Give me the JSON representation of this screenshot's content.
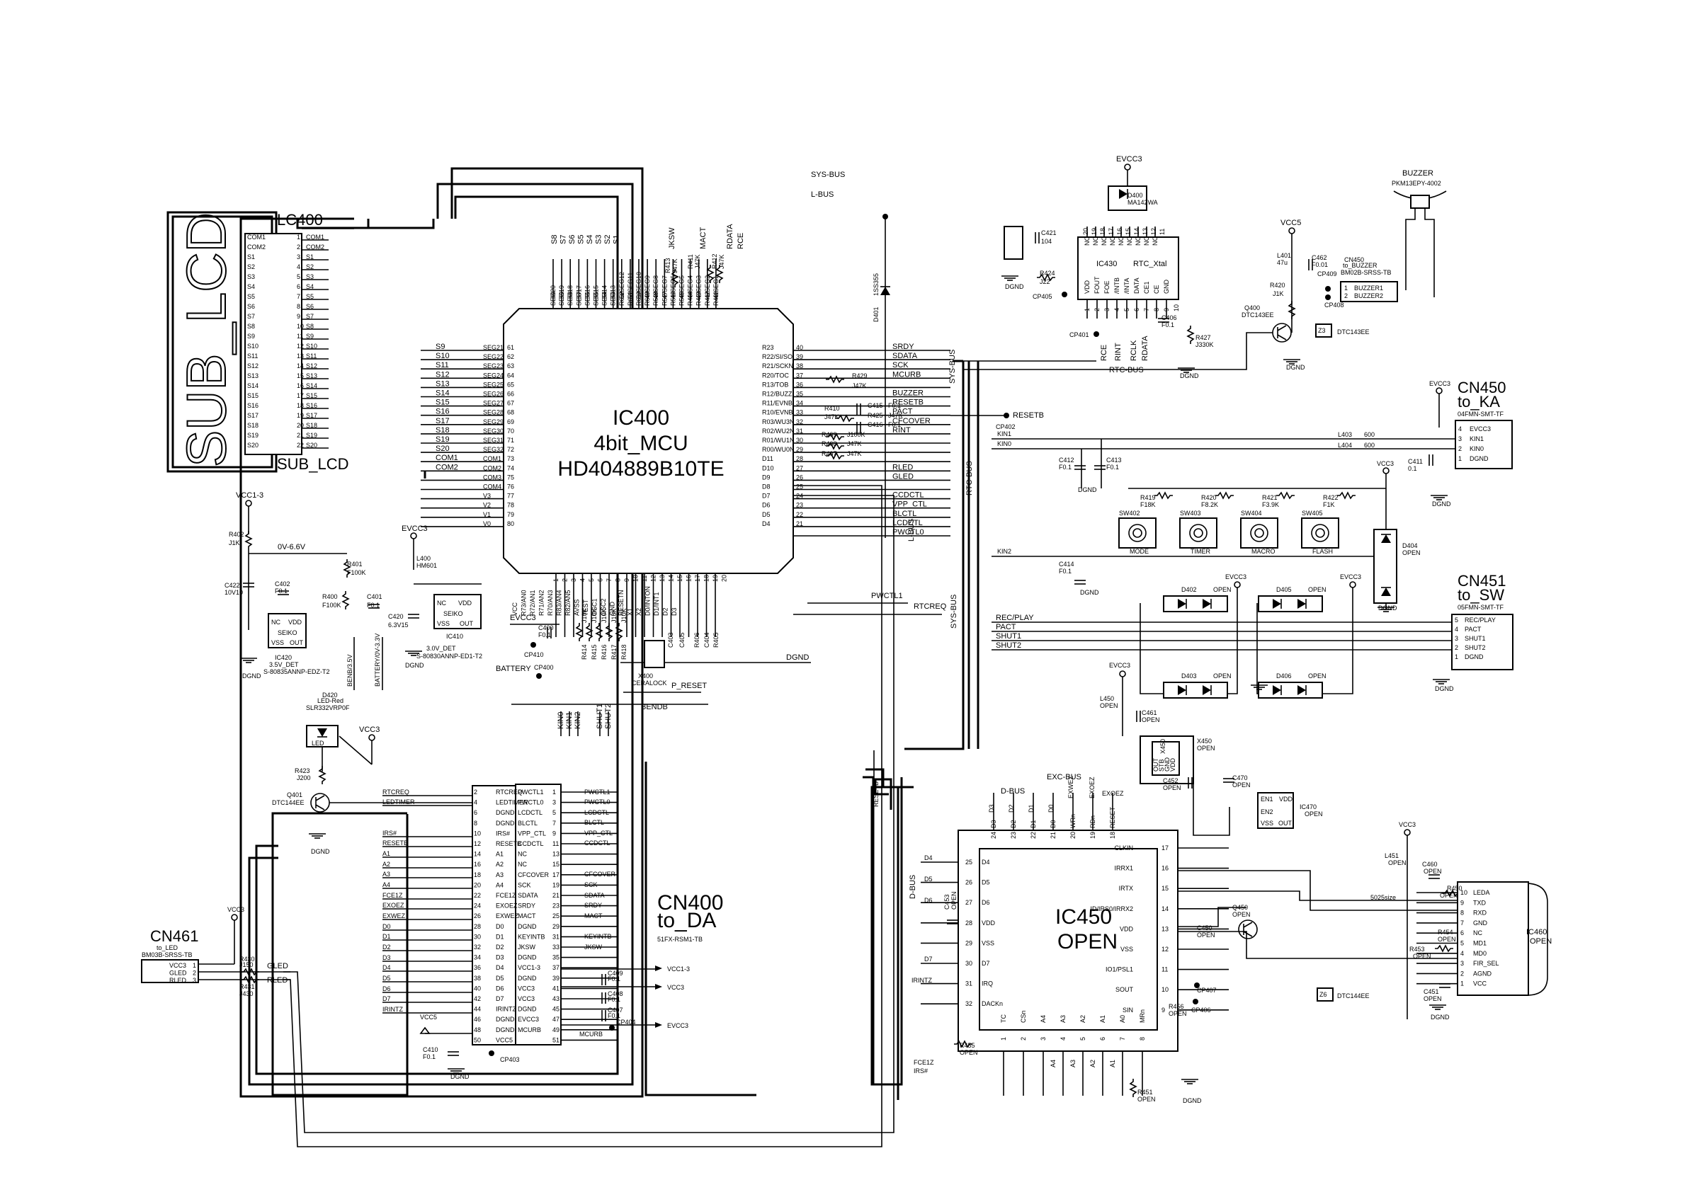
{
  "buses": {
    "sys_bus": "SYS-BUS",
    "l_bus": "L-BUS",
    "rtc_bus": "RTC-BUS",
    "d_bus": "D-BUS",
    "exc_bus": "EXC-BUS"
  },
  "sub_lcd": {
    "big_label": "SUB_LCD",
    "ref": "LC400",
    "caption": "SUB_LCD",
    "pins": [
      "COM1",
      "COM2",
      "S1",
      "S2",
      "S3",
      "S4",
      "S5",
      "S6",
      "S7",
      "S8",
      "S9",
      "S10",
      "S11",
      "S12",
      "S13",
      "S14",
      "S15",
      "S16",
      "S17",
      "S18",
      "S19",
      "S20"
    ],
    "pin_numbers": [
      "1",
      "2",
      "3",
      "4",
      "5",
      "6",
      "7",
      "8",
      "9",
      "10",
      "11",
      "12",
      "13",
      "14",
      "15",
      "16",
      "17",
      "18",
      "19",
      "20",
      "21",
      "22"
    ]
  },
  "ic400": {
    "ref": "IC400",
    "function": "4bit_MCU",
    "part": "HD404889B10TE",
    "left_pins": [
      {
        "name": "SEG21",
        "num": "61",
        "net": "S9"
      },
      {
        "name": "SEG22",
        "num": "62",
        "net": "S10"
      },
      {
        "name": "SEG23",
        "num": "63",
        "net": "S11"
      },
      {
        "name": "SEG24",
        "num": "64",
        "net": "S12"
      },
      {
        "name": "SEG25",
        "num": "65",
        "net": "S13"
      },
      {
        "name": "SEG26",
        "num": "66",
        "net": "S14"
      },
      {
        "name": "SEG27",
        "num": "67",
        "net": "S15"
      },
      {
        "name": "SEG28",
        "num": "68",
        "net": "S16"
      },
      {
        "name": "SEG29",
        "num": "69",
        "net": "S17"
      },
      {
        "name": "SEG30",
        "num": "70",
        "net": "S18"
      },
      {
        "name": "SEG31",
        "num": "71",
        "net": "S19"
      },
      {
        "name": "SEG32",
        "num": "72",
        "net": "S20"
      },
      {
        "name": "COM1",
        "num": "73",
        "net": "COM1"
      },
      {
        "name": "COM2",
        "num": "74",
        "net": "COM2"
      },
      {
        "name": "COM3",
        "num": "75",
        "net": ""
      },
      {
        "name": "COM4",
        "num": "76",
        "net": ""
      },
      {
        "name": "V3",
        "num": "77",
        "net": ""
      },
      {
        "name": "V2",
        "num": "78",
        "net": ""
      },
      {
        "name": "V1",
        "num": "79",
        "net": ""
      },
      {
        "name": "V0",
        "num": "80",
        "net": ""
      }
    ],
    "right_pins": [
      {
        "name": "R23",
        "num": "40",
        "net": "SRDY"
      },
      {
        "name": "R22/SI/SO",
        "num": "39",
        "net": "SDATA"
      },
      {
        "name": "R21/SCKN",
        "num": "38",
        "net": "SCK"
      },
      {
        "name": "R20/TOC",
        "num": "37",
        "net": "MCURB"
      },
      {
        "name": "R13/TOB",
        "num": "36",
        "net": ""
      },
      {
        "name": "R12/BUZZ",
        "num": "35",
        "net": "BUZZER"
      },
      {
        "name": "R11/EVNB",
        "num": "34",
        "net": "RESETB"
      },
      {
        "name": "R10/EVNB",
        "num": "33",
        "net": "PACT"
      },
      {
        "name": "R03/WU3N",
        "num": "32",
        "net": "CFCOVER"
      },
      {
        "name": "R02/WU2N",
        "num": "31",
        "net": "RINT"
      },
      {
        "name": "R01/WU1N",
        "num": "30",
        "net": ""
      },
      {
        "name": "R00/WU0N",
        "num": "29",
        "net": ""
      },
      {
        "name": "D11",
        "num": "28",
        "net": ""
      },
      {
        "name": "D10",
        "num": "27",
        "net": "RLED"
      },
      {
        "name": "D9",
        "num": "26",
        "net": "GLED"
      },
      {
        "name": "D8",
        "num": "25",
        "net": ""
      },
      {
        "name": "D7",
        "num": "24",
        "net": "CCDCTL"
      },
      {
        "name": "D6",
        "num": "23",
        "net": "VPP_CTL"
      },
      {
        "name": "D5",
        "num": "22",
        "net": "BLCTL"
      },
      {
        "name": "D4",
        "num": "21",
        "net": "LCDCTL"
      },
      {
        "name": "",
        "num": "",
        "net": "PWCTL0"
      }
    ],
    "top_pins": [
      "SEG20",
      "SEG19",
      "SEG18",
      "SEG17",
      "SEG16",
      "SEG15",
      "SEG14",
      "SEG13",
      "R63/SEG12",
      "R62/SEG11",
      "R61/SEG10",
      "R60/SEG9",
      "R53/SEG8",
      "R52/SEG7",
      "R51/SEG6",
      "R50/SEG5",
      "R43/SEG4",
      "R42/SEG3",
      "R41/SEG2",
      "R40/SEG1"
    ],
    "top_nets": [
      "S8",
      "S7",
      "S6",
      "S5",
      "S4",
      "S3",
      "S2",
      "S1"
    ],
    "top_pin_numbers": [
      "60",
      "59",
      "58",
      "57",
      "56",
      "55",
      "54",
      "53",
      "52",
      "51",
      "50",
      "49",
      "48",
      "47",
      "46",
      "45",
      "44",
      "43",
      "42",
      "41"
    ],
    "top_signals": [
      "JKSW",
      "MACT",
      "RDATA",
      "RCE"
    ],
    "bottom_pins": [
      "VCC",
      "R73/AN0",
      "R72/AN1",
      "R71/AN2",
      "R70/AN3",
      "R83/AN4",
      "R82/AN5",
      "AVSS",
      "TEST",
      "OSC1",
      "OSC2",
      "GND",
      "RESETN",
      "X1",
      "X2",
      "D0/INTON",
      "D1/INT1",
      "D2",
      "D3"
    ],
    "bottom_pin_numbers": [
      "1",
      "2",
      "3",
      "4",
      "5",
      "6",
      "7",
      "8",
      "9",
      "10",
      "11",
      "12",
      "13",
      "14",
      "15",
      "16",
      "17",
      "18",
      "19",
      "20"
    ]
  },
  "ic400_parts": {
    "r413": "R413",
    "r413v": "J47K",
    "r411": "R411",
    "r411v": "J47K",
    "r412": "R412",
    "r412v": "J47K",
    "d401": "D401",
    "d401v": "1SS355",
    "r429": "R429",
    "r429v": "J47K",
    "r410": "R410",
    "r410v": "J47K",
    "c415": "C415",
    "c415v": "F0.1",
    "r425": "R425",
    "r425v": "J47K",
    "c416": "C416",
    "c416v": "F0.1",
    "r409": "R409",
    "r409v": "J100K",
    "r408": "R408",
    "r408v": "J47K",
    "r407": "R407",
    "r407v": "J47K",
    "cp402": "CP402",
    "net_resetb": "RESETB",
    "net_pwctl1": "PWCTL1",
    "net_rtcreq": "RTCREQ",
    "net_evcc3": "EVCC3",
    "net_dgnd": "DGND",
    "net_bendb": "BENDB",
    "net_p_reset": "P_RESET",
    "net_battery": "BATTERY",
    "cp400": "CP400",
    "cp410": "CP410",
    "c400": "C400",
    "c400v": "F0.1",
    "r414": "R414",
    "r415": "R415",
    "r416": "R416",
    "r417": "R417",
    "r418": "R418",
    "r40x_val": "J10K",
    "x400": "X400",
    "x400v": "CERALOCK",
    "c403": "C403",
    "c405": "C405",
    "r406": "R406",
    "c404": "C404",
    "r405": "R405",
    "kin_nets": [
      "KIN0",
      "KIN1",
      "KIN2"
    ],
    "shut_nets": [
      "SHUT1",
      "SHUT2"
    ]
  },
  "power_block": {
    "vcc1_3": "VCC1-3",
    "r402": "R402",
    "r402v": "J1K",
    "v_range": "0V-6.6V",
    "r401": "R401",
    "r401v": "F100K",
    "c422": "C422",
    "c422v": "10V10",
    "c402": "C402",
    "c402v": "F0.1",
    "r400": "R400",
    "r400v": "F100K",
    "c401": "C401",
    "c401v": "F0.1",
    "ic420_body": [
      "NC",
      "VDD",
      "SEIKO",
      "VSS",
      "OUT"
    ],
    "ic420": "IC420",
    "ic420_desc": "3.5V_DET",
    "ic420_part": "S-80835ANNP-EDZ-T2",
    "dgnd": "DGND",
    "evcc3": "EVCC3",
    "l400": "L400",
    "l400v": "HM601",
    "c420": "C420",
    "c420v": "6.3V15",
    "ic410_body": [
      "NC",
      "VDD",
      "SEIKO",
      "VSS",
      "OUT"
    ],
    "ic410": "IC410",
    "ic410_desc": "3.0V_DET",
    "ic410_part": "S-80830ANNP-ED1-T2",
    "benb": "BENB/3.5V",
    "battery_range": "BATTERY/0V-3.3V"
  },
  "led_block": {
    "d420": "D420",
    "d420a": "LED-Red",
    "d420b": "SLR332VRP0F",
    "vcc3": "VCC3",
    "r423": "R423",
    "r423v": "J200",
    "q401": "Q401",
    "q401v": "DTC144EE",
    "dgnd": "DGND",
    "led_label": "LED"
  },
  "cn461": {
    "ref": "CN461",
    "desc": "to_LED",
    "part": "BM03B-SRSS-TB",
    "pins": [
      {
        "num": "1",
        "name": "VCC3"
      },
      {
        "num": "2",
        "name": "GLED"
      },
      {
        "num": "3",
        "name": "RLED"
      }
    ],
    "vcc3": "VCC3",
    "r430": "R430",
    "r430v": "J150",
    "r431": "R431",
    "r431v": "J430",
    "gled": "GLED",
    "rled": "RLED"
  },
  "cn400": {
    "ref": "CN400",
    "desc": "to_DA",
    "part": "51FX-RSM1-TB",
    "left": [
      {
        "num": "2",
        "name": "RTCREQ"
      },
      {
        "num": "4",
        "name": "LEDTIMER"
      },
      {
        "num": "6",
        "name": "DGND"
      },
      {
        "num": "8",
        "name": "DGND"
      },
      {
        "num": "10",
        "name": "IRS#"
      },
      {
        "num": "12",
        "name": "RESETB"
      },
      {
        "num": "14",
        "name": "A1"
      },
      {
        "num": "16",
        "name": "A2"
      },
      {
        "num": "18",
        "name": "A3"
      },
      {
        "num": "20",
        "name": "A4"
      },
      {
        "num": "22",
        "name": "FCE1Z"
      },
      {
        "num": "24",
        "name": "EXOEZ"
      },
      {
        "num": "26",
        "name": "EXWEZ"
      },
      {
        "num": "28",
        "name": "D0"
      },
      {
        "num": "30",
        "name": "D1"
      },
      {
        "num": "32",
        "name": "D2"
      },
      {
        "num": "34",
        "name": "D3"
      },
      {
        "num": "36",
        "name": "D4"
      },
      {
        "num": "38",
        "name": "D5"
      },
      {
        "num": "40",
        "name": "D6"
      },
      {
        "num": "42",
        "name": "D7"
      },
      {
        "num": "44",
        "name": "IRINTZ"
      },
      {
        "num": "46",
        "name": "DGND"
      },
      {
        "num": "48",
        "name": "DGND"
      },
      {
        "num": "50",
        "name": "VCC5"
      }
    ],
    "right": [
      {
        "num": "1",
        "name": "PWCTL1"
      },
      {
        "num": "3",
        "name": "PWCTL0"
      },
      {
        "num": "5",
        "name": "LCDCTL"
      },
      {
        "num": "7",
        "name": "BLCTL"
      },
      {
        "num": "9",
        "name": "VPP_CTL"
      },
      {
        "num": "11",
        "name": "CCDCTL"
      },
      {
        "num": "13",
        "name": "NC"
      },
      {
        "num": "15",
        "name": "NC"
      },
      {
        "num": "17",
        "name": "CFCOVER"
      },
      {
        "num": "19",
        "name": "SCK"
      },
      {
        "num": "21",
        "name": "SDATA"
      },
      {
        "num": "23",
        "name": "SRDY"
      },
      {
        "num": "25",
        "name": "MACT"
      },
      {
        "num": "29",
        "name": "DGND"
      },
      {
        "num": "31",
        "name": "KEYINTB"
      },
      {
        "num": "33",
        "name": "JKSW"
      },
      {
        "num": "35",
        "name": "DGND"
      },
      {
        "num": "37",
        "name": "VCC1-3"
      },
      {
        "num": "39",
        "name": "DGND"
      },
      {
        "num": "41",
        "name": "VCC3"
      },
      {
        "num": "43",
        "name": "VCC3"
      },
      {
        "num": "45",
        "name": "DGND"
      },
      {
        "num": "47",
        "name": "EVCC3"
      },
      {
        "num": "49",
        "name": "MCURB"
      },
      {
        "num": "51",
        "name": ""
      }
    ],
    "left_nets": [
      "RTCREQ",
      "LEDTIMER",
      "IRS#",
      "RESETB",
      "A1",
      "A2",
      "A3",
      "A4",
      "FCE1Z",
      "EXOEZ",
      "EXWEZ",
      "D0",
      "D1",
      "D2",
      "D3",
      "D4",
      "D5",
      "D6",
      "D7",
      "IRINTZ"
    ],
    "right_nets": [
      "PWCTL1",
      "PWCTL0",
      "LCDCTL",
      "BLCTL",
      "VPP_CTL",
      "CCDCTL",
      "CFCOVER",
      "SCK",
      "SDATA",
      "SRDY",
      "MACT",
      "KEYINTB",
      "JKSW"
    ],
    "c409": "C409",
    "c409v": "F0.1",
    "c408": "C408",
    "c408v": "F0.1",
    "c407": "C407",
    "c407v": "F0.1",
    "cp404": "CP404",
    "vcc1_3": "VCC1-3",
    "vcc3": "VCC3",
    "evcc3": "EVCC3",
    "mcurb": "MCURB",
    "vcc5": "VCC5",
    "c410": "C410",
    "c410v": "F0.1",
    "cp403": "CP403",
    "dgnd": "DGND"
  },
  "rtc": {
    "evcc3": "EVCC3",
    "d400": "D400",
    "d400v": "MA142WA",
    "ic430": "IC430",
    "ic430_func": "RTC_Xtal",
    "pins_top": [
      "NC",
      "NC",
      "NC",
      "NC",
      "NC",
      "NC",
      "NC",
      "NC",
      "NC"
    ],
    "pins_top_num": [
      "20",
      "19",
      "18",
      "17",
      "16",
      "15",
      "14",
      "13",
      "12",
      "11"
    ],
    "pins_bot": [
      "VDD",
      "FOUT",
      "FOE",
      "/INTB",
      "/INTA",
      "DATA",
      "CE1",
      "CE",
      "GND"
    ],
    "pins_bot_num": [
      "1",
      "2",
      "3",
      "4",
      "5",
      "6",
      "7",
      "8",
      "9",
      "10"
    ],
    "c421": "C421",
    "c421v": "104",
    "r424": "R424",
    "r424v": "J22",
    "cp405": "CP405",
    "cp401": "CP401",
    "c406": "C406",
    "c406v": "F0.1",
    "r427": "R427",
    "r427v": "J330K",
    "nets": [
      "RCE",
      "RINT",
      "RCLK",
      "RDATA"
    ],
    "dgnd": "DGND"
  },
  "buzzer": {
    "label": "BUZZER",
    "part": "PKM13EPY-4002",
    "vcc5": "VCC5",
    "l401": "L401",
    "l401v": "47u",
    "c462": "C462",
    "c462v": "F0.01",
    "cp409": "CP409",
    "cn450": "CN450",
    "cn450a": "to_BUZZER",
    "cn450b": "BM02B-SRSS-TB",
    "pins": [
      {
        "num": "1",
        "name": "BUZZER1"
      },
      {
        "num": "2",
        "name": "BUZZER2"
      }
    ],
    "cp408": "CP408",
    "r420": "R420",
    "r420v": "J1K",
    "q400": "Q400",
    "q400v": "DTC143EE",
    "pkg": "Z3",
    "pkg_part": "DTC143EE",
    "dgnd": "DGND"
  },
  "keys": {
    "cn450_ref": "CN450",
    "cn450_desc": "to_KA",
    "cn450_part": "04FMN-SMT-TF",
    "evcc3": "EVCC3",
    "pins": [
      {
        "num": "4",
        "name": "EVCC3"
      },
      {
        "num": "3",
        "name": "KIN1"
      },
      {
        "num": "2",
        "name": "KIN0"
      },
      {
        "num": "1",
        "name": "DGND"
      }
    ],
    "l403": "L403",
    "l403v": "600",
    "l404": "L404",
    "l404v": "600",
    "c411": "C411",
    "c411v": "0.1",
    "c412": "C412",
    "c412v": "F0.1",
    "c413": "C413",
    "c413v": "F0.1",
    "c414": "C414",
    "c414v": "F0.1",
    "kin1": "KIN1",
    "kin0": "KIN0",
    "kin2": "KIN2",
    "vcc3": "VCC3",
    "resistors": [
      {
        "ref": "R419",
        "val": "F18K"
      },
      {
        "ref": "R420",
        "val": "F8.2K"
      },
      {
        "ref": "R421",
        "val": "F3.9K"
      },
      {
        "ref": "R422",
        "val": "F1K"
      }
    ],
    "switches": [
      {
        "ref": "SW402",
        "name": "MODE"
      },
      {
        "ref": "SW403",
        "name": "TIMER"
      },
      {
        "ref": "SW404",
        "name": "MACRO"
      },
      {
        "ref": "SW405",
        "name": "FLASH"
      }
    ],
    "d404": "D404",
    "d404v": "OPEN",
    "dgnd": "DGND"
  },
  "cn451": {
    "ref": "CN451",
    "desc": "to_SW",
    "part": "05FMN-SMT-TF",
    "pins": [
      {
        "num": "5",
        "name": "REC/PLAY"
      },
      {
        "num": "4",
        "name": "PACT"
      },
      {
        "num": "3",
        "name": "SHUT1"
      },
      {
        "num": "2",
        "name": "SHUT2"
      },
      {
        "num": "1",
        "name": "DGND"
      }
    ],
    "nets": [
      "REC/PLAY",
      "PACT",
      "SHUT1",
      "SHUT2"
    ],
    "d402": "D402",
    "d403": "D403",
    "d405": "D405",
    "d406": "D406",
    "open": "OPEN",
    "evcc3": "EVCC3",
    "dgnd": "DGND"
  },
  "ic450": {
    "ref": "IC450",
    "state": "OPEN",
    "left_pins": [
      {
        "name": "D4",
        "num": "25"
      },
      {
        "name": "D5",
        "num": "26"
      },
      {
        "name": "D6",
        "num": "27"
      },
      {
        "name": "VDD",
        "num": "28"
      },
      {
        "name": "VSS",
        "num": "29"
      },
      {
        "name": "D7",
        "num": "30"
      },
      {
        "name": "IRQ",
        "num": "31"
      },
      {
        "name": "DACKn",
        "num": "32"
      }
    ],
    "right_pins": [
      {
        "name": "CLKIN",
        "num": "17"
      },
      {
        "name": "IRRX1",
        "num": "16"
      },
      {
        "name": "IRTX",
        "num": "15"
      },
      {
        "name": "ID/IRS0/IRRX2",
        "num": "14"
      },
      {
        "name": "VDD",
        "num": "13"
      },
      {
        "name": "VSS",
        "num": "12"
      },
      {
        "name": "IO1/PSL1",
        "num": "11"
      },
      {
        "name": "SOUT",
        "num": "10"
      },
      {
        "name": "SIN",
        "num": "9"
      }
    ],
    "top_pins": [
      "D3",
      "D2",
      "D1",
      "D0",
      "WRn",
      "RDn",
      "RESET"
    ],
    "top_nums": [
      "24",
      "23",
      "22",
      "21",
      "20",
      "19",
      "18"
    ],
    "bottom_pins": [
      "TC",
      "CSn",
      "A4",
      "A3",
      "A2",
      "A1",
      "A0",
      "MRn"
    ],
    "bottom_nums": [
      "1",
      "2",
      "3",
      "4",
      "5",
      "6",
      "7",
      "8"
    ],
    "nets": {
      "d3": "D3",
      "d2": "D2",
      "d1": "D1",
      "d0": "D0",
      "exwez": "EXWEZ",
      "exoez": "EXOEZ",
      "resetb": "RESETB",
      "irintz": "IRINTZ",
      "fce1z": "FCE1Z",
      "irs": "IRS#",
      "d4": "D4",
      "d5": "D5",
      "d6": "D6",
      "d7": "D7",
      "a4": "A4",
      "a3": "A3",
      "a2": "A2",
      "a1": "A1"
    },
    "c453": "C453",
    "c453v": "OPEN",
    "r455": "R455",
    "r455v": "OPEN",
    "r451": "R451",
    "r451v": "OPEN",
    "c450": "C450",
    "c450v": "OPEN",
    "cp407": "CP407",
    "cp406": "CP406",
    "r456": "R456",
    "r456v": "OPEN",
    "dgnd": "DGND",
    "evcc3": "EVCC3",
    "l450": "L450",
    "l450v": "OPEN",
    "c461": "C461",
    "c461v": "OPEN",
    "x450": "X450",
    "x450v": "OPEN",
    "c452": "C452",
    "c452v": "OPEN",
    "x450_body": [
      "OUT",
      "STB",
      "GND",
      "VDD"
    ],
    "c470": "C470",
    "c470v": "OPEN",
    "ic470": "IC470",
    "ic470v": "OPEN",
    "ic470_body": [
      "EN1",
      "VDD",
      "EN2",
      "VSS",
      "OUT"
    ],
    "q450": "Q450",
    "q450v": "OPEN"
  },
  "ic460": {
    "ref": "IC460",
    "state": "OPEN",
    "vcc3": "VCC3",
    "l451": "L451",
    "l451v": "OPEN",
    "c460": "C460",
    "c460v": "OPEN",
    "r450": "R450",
    "r450v": "OPEN",
    "r454": "R454",
    "r454v": "OPEN",
    "r453": "R453",
    "r453v": "OPEN",
    "c451": "C451",
    "c451v": "OPEN",
    "size_note": "5025size",
    "pins": [
      {
        "num": "10",
        "name": "LEDA"
      },
      {
        "num": "9",
        "name": "TXD"
      },
      {
        "num": "8",
        "name": "RXD"
      },
      {
        "num": "7",
        "name": "GND"
      },
      {
        "num": "6",
        "name": "NC"
      },
      {
        "num": "5",
        "name": "MD1"
      },
      {
        "num": "4",
        "name": "MD0"
      },
      {
        "num": "3",
        "name": "FIR_SEL"
      },
      {
        "num": "2",
        "name": "AGND"
      },
      {
        "num": "1",
        "name": "VCC"
      }
    ],
    "pkg": "Z6",
    "pkg_part": "DTC144EE",
    "dgnd": "DGND"
  }
}
